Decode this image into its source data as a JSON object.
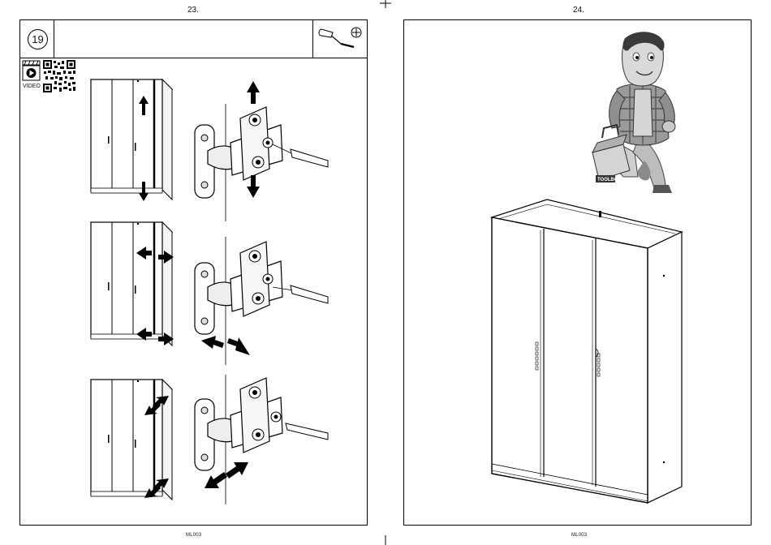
{
  "left_page": {
    "page_number": "23.",
    "step_number": "19",
    "video_label": "VIDEO",
    "tool": "screwdriver-icon",
    "footer_code": "ML003"
  },
  "right_page": {
    "page_number": "24.",
    "mascot_badge": "TOOLBOX",
    "footer_code": "ML003"
  }
}
